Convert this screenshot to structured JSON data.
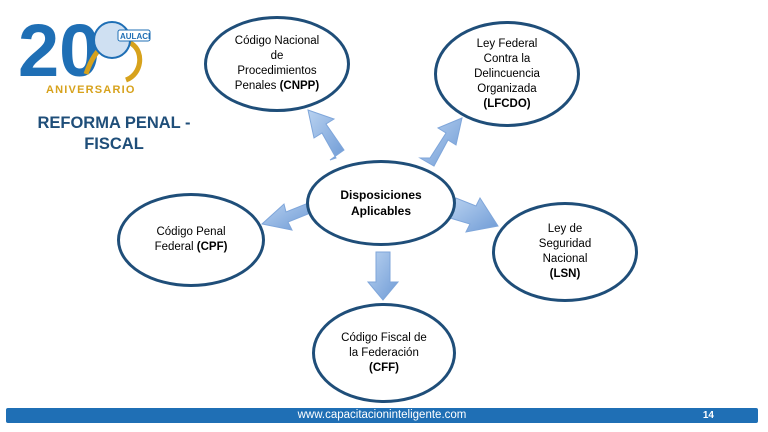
{
  "logo": {
    "number": "20",
    "badge": "AULACI",
    "subtitle": "ANIVERSARIO"
  },
  "title": {
    "line1": "REFORMA PENAL -",
    "line2": "FISCAL"
  },
  "center_node": {
    "line1": "Disposiciones",
    "line2": "Aplicables"
  },
  "nodes": {
    "cnpp": {
      "line1": "Código Nacional",
      "line2": "de",
      "line3": "Procedimientos",
      "line4": "Penales",
      "abbr": "(CNPP)"
    },
    "lfcdo": {
      "line1": "Ley Federal",
      "line2": "Contra la",
      "line3": "Delincuencia",
      "line4": "Organizada",
      "abbr": "(LFCDO)"
    },
    "cpf": {
      "line1": "Código Penal",
      "line2": "Federal",
      "abbr": "(CPF)"
    },
    "lsn": {
      "line1": "Ley de",
      "line2": "Seguridad",
      "line3": "Nacional",
      "abbr": "(LSN)"
    },
    "cff": {
      "line1": "Código Fiscal de",
      "line2": "la Federación",
      "abbr": "(CFF)"
    }
  },
  "footer": {
    "url": "www.capacitacioninteligente.com",
    "page": "14"
  },
  "colors": {
    "navy": "#1f4e79",
    "arrow": "#8fb4e3",
    "footer": "#1f6fb5",
    "gold": "#d7a21c",
    "logo_blue": "#1f6fb5"
  }
}
